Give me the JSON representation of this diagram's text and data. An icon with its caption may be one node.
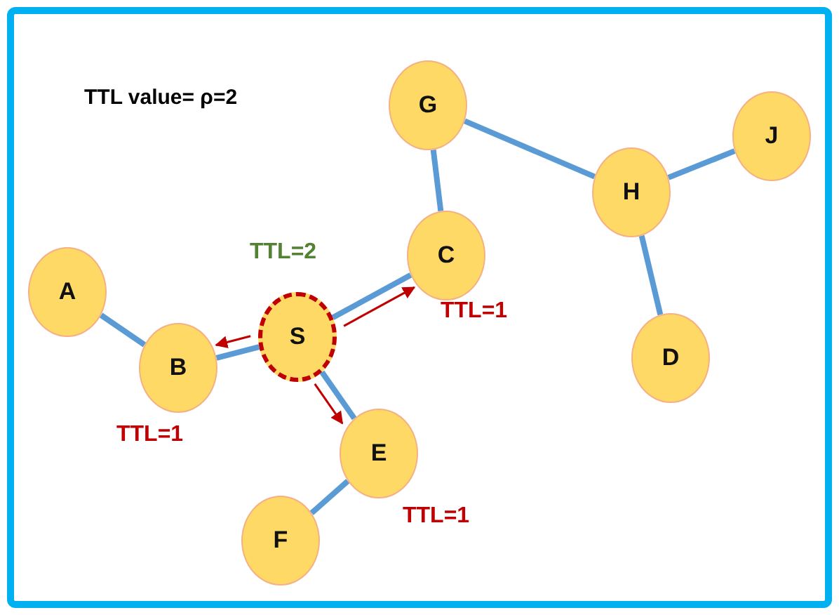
{
  "diagram": {
    "nodes": [
      {
        "text": [
          "G"
        ]
      },
      {
        "text": [
          "J"
        ]
      },
      {
        "text": [
          "H"
        ]
      },
      {
        "text": [
          "C"
        ],
        "beside": [
          "TTL=1"
        ]
      },
      {
        "text": [
          "A"
        ]
      },
      {
        "text": [
          "S"
        ],
        "beside": [
          "TTL=2"
        ]
      },
      {
        "text": [
          "B"
        ],
        "beside": [
          "TTL=1"
        ]
      },
      {
        "text": [
          "D"
        ]
      },
      {
        "text": [
          "E"
        ],
        "beside": [
          "TTL=1"
        ]
      },
      {
        "text": [
          "F"
        ]
      }
    ],
    "edges": [
      {
        "from": 0,
        "to": 2,
        "arrow": "none"
      },
      {
        "from": 2,
        "to": 1,
        "arrow": "none"
      },
      {
        "from": 3,
        "to": 0,
        "arrow": "none"
      },
      {
        "from": 2,
        "to": 7,
        "arrow": "none"
      },
      {
        "from": 4,
        "to": 6,
        "arrow": "none"
      },
      {
        "from": 6,
        "to": 5,
        "arrow": "none"
      },
      {
        "from": 5,
        "to": 3,
        "arrow": "none"
      },
      {
        "from": 5,
        "to": 8,
        "arrow": "none"
      },
      {
        "from": 8,
        "to": 9,
        "arrow": "none"
      },
      {
        "from": 5,
        "to": 3,
        "arrow": "to",
        "color": "#c00000"
      },
      {
        "from": 5,
        "to": 6,
        "arrow": "to",
        "color": "#c00000"
      },
      {
        "from": 5,
        "to": 8,
        "arrow": "to",
        "color": "#c00000"
      }
    ],
    "labels": [
      "TTL value= ρ=2"
    ]
  }
}
